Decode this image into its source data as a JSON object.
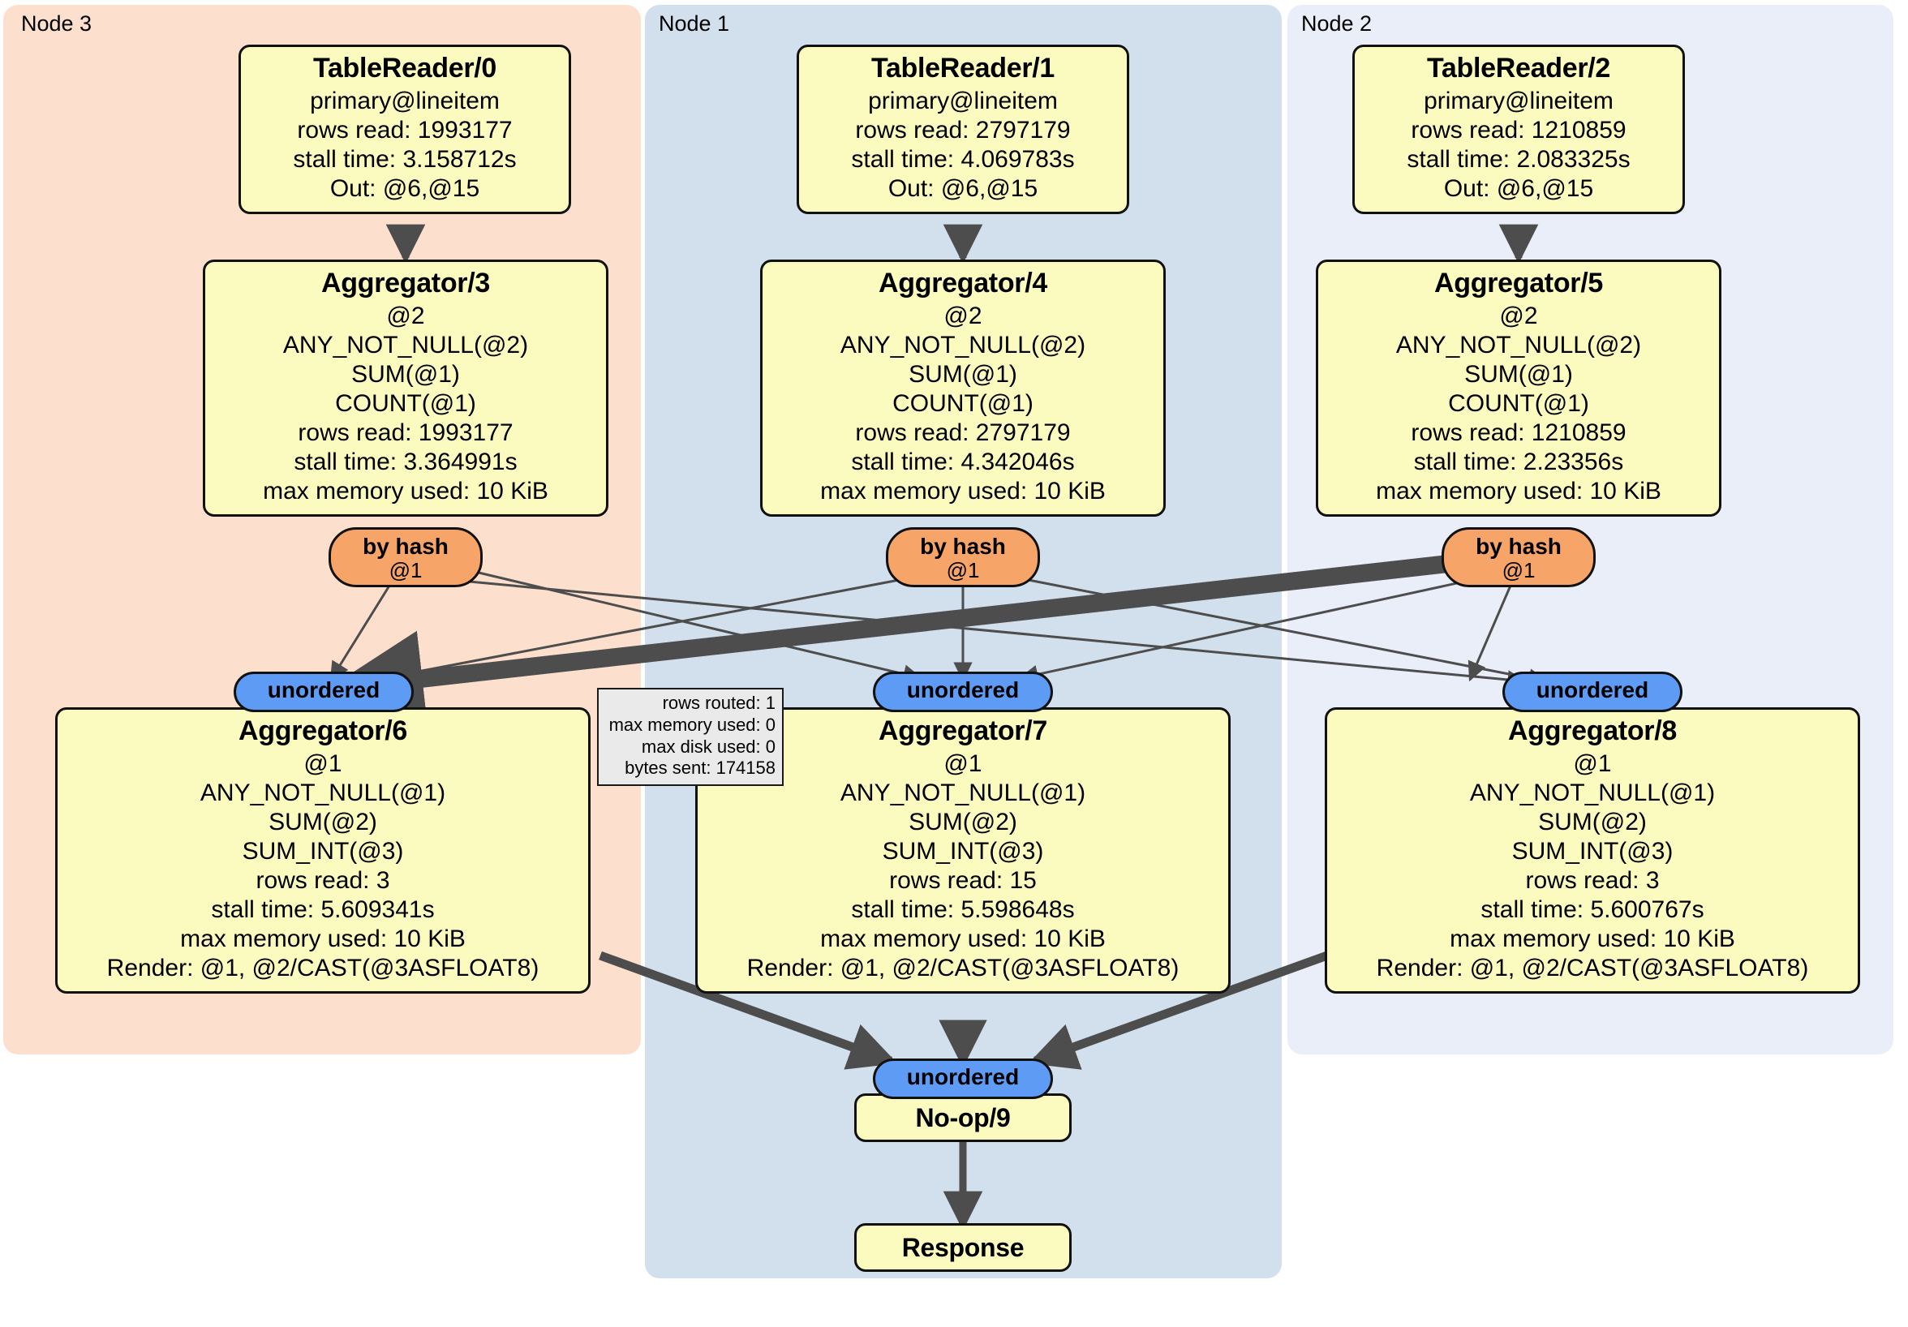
{
  "clusters": [
    {
      "label": "Node 3",
      "color": "#fce0cd"
    },
    {
      "label": "Node 1",
      "color": "#d2e0ee"
    },
    {
      "label": "Node 2",
      "color": "#e9eef9"
    }
  ],
  "operators": {
    "table_readers": [
      {
        "title": "TableReader/0",
        "lines": [
          "primary@lineitem",
          "rows read: 1993177",
          "stall time: 3.158712s",
          "Out: @6,@15"
        ]
      },
      {
        "title": "TableReader/1",
        "lines": [
          "primary@lineitem",
          "rows read: 2797179",
          "stall time: 4.069783s",
          "Out: @6,@15"
        ]
      },
      {
        "title": "TableReader/2",
        "lines": [
          "primary@lineitem",
          "rows read: 1210859",
          "stall time: 2.083325s",
          "Out: @6,@15"
        ]
      }
    ],
    "aggregators_stage1": [
      {
        "title": "Aggregator/3",
        "lines": [
          "@2",
          "ANY_NOT_NULL(@2)",
          "SUM(@1)",
          "COUNT(@1)",
          "rows read: 1993177",
          "stall time: 3.364991s",
          "max memory used: 10 KiB"
        ]
      },
      {
        "title": "Aggregator/4",
        "lines": [
          "@2",
          "ANY_NOT_NULL(@2)",
          "SUM(@1)",
          "COUNT(@1)",
          "rows read: 2797179",
          "stall time: 4.342046s",
          "max memory used: 10 KiB"
        ]
      },
      {
        "title": "Aggregator/5",
        "lines": [
          "@2",
          "ANY_NOT_NULL(@2)",
          "SUM(@1)",
          "COUNT(@1)",
          "rows read: 1210859",
          "stall time: 2.23356s",
          "max memory used: 10 KiB"
        ]
      }
    ],
    "aggregators_stage2": [
      {
        "title": "Aggregator/6",
        "lines": [
          "@1",
          "ANY_NOT_NULL(@1)",
          "SUM(@2)",
          "SUM_INT(@3)",
          "rows read: 3",
          "stall time: 5.609341s",
          "max memory used: 10 KiB",
          "Render: @1, @2/CAST(@3ASFLOAT8)"
        ]
      },
      {
        "title": "Aggregator/7",
        "lines": [
          "@1",
          "ANY_NOT_NULL(@1)",
          "SUM(@2)",
          "SUM_INT(@3)",
          "rows read: 15",
          "stall time: 5.598648s",
          "max memory used: 10 KiB",
          "Render: @1, @2/CAST(@3ASFLOAT8)"
        ]
      },
      {
        "title": "Aggregator/8",
        "lines": [
          "@1",
          "ANY_NOT_NULL(@1)",
          "SUM(@2)",
          "SUM_INT(@3)",
          "rows read: 3",
          "stall time: 5.600767s",
          "max memory used: 10 KiB",
          "Render: @1, @2/CAST(@3ASFLOAT8)"
        ]
      }
    ],
    "noop": {
      "title": "No-op/9"
    },
    "response": {
      "title": "Response"
    }
  },
  "routers": [
    {
      "type": "by hash",
      "column": "@1"
    },
    {
      "type": "by hash",
      "column": "@1"
    },
    {
      "type": "by hash",
      "column": "@1"
    }
  ],
  "synchronizers": [
    {
      "label": "unordered"
    },
    {
      "label": "unordered"
    },
    {
      "label": "unordered"
    },
    {
      "label": "unordered"
    }
  ],
  "stream_stats": {
    "lines": [
      "rows routed: 1",
      "max memory used: 0",
      "max disk used: 0",
      "bytes sent: 174158"
    ]
  },
  "colors": {
    "node_fill": "#fbfbbf",
    "router_fill": "#f6a468",
    "sync_fill": "#5e9bf5",
    "edge": "#4d4d4d",
    "stats_fill": "#eaeaea"
  }
}
